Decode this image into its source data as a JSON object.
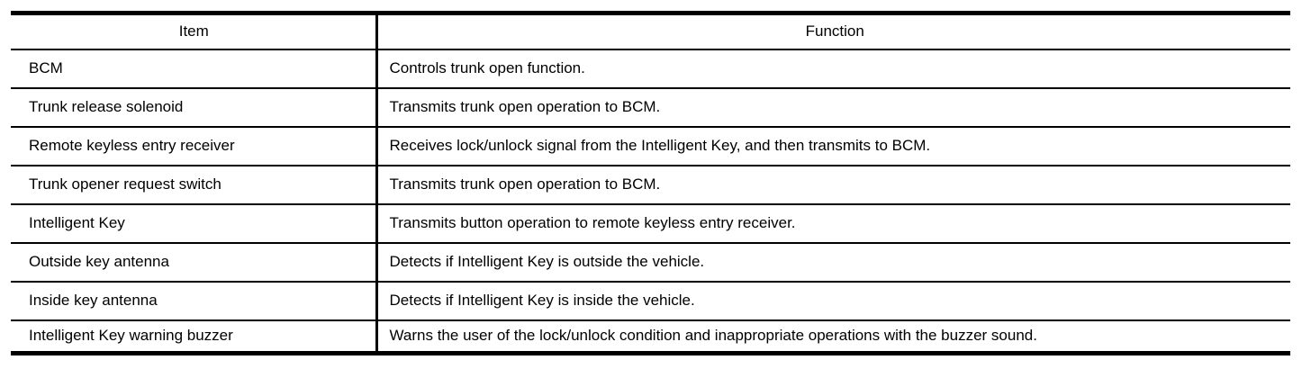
{
  "colors": {
    "border": "#000000",
    "background": "#ffffff",
    "text": "#000000"
  },
  "table": {
    "headers": [
      {
        "label": "Item"
      },
      {
        "label": "Function"
      }
    ],
    "rows": [
      {
        "item": "BCM",
        "function": "Controls trunk open function."
      },
      {
        "item": "Trunk release solenoid",
        "function": "Transmits trunk open operation to BCM."
      },
      {
        "item": "Remote keyless entry receiver",
        "function": "Receives lock/unlock signal from the Intelligent Key, and then transmits to BCM."
      },
      {
        "item": "Trunk opener request switch",
        "function": "Transmits trunk open operation to BCM."
      },
      {
        "item": "Intelligent Key",
        "function": "Transmits button operation to remote keyless entry receiver."
      },
      {
        "item": "Outside key antenna",
        "function": "Detects if Intelligent Key is outside the vehicle."
      },
      {
        "item": "Inside key antenna",
        "function": "Detects if Intelligent Key is inside the vehicle."
      },
      {
        "item": "Intelligent Key warning buzzer",
        "function": "Warns the user of the lock/unlock condition and inappropriate operations with the buzzer sound."
      }
    ]
  }
}
